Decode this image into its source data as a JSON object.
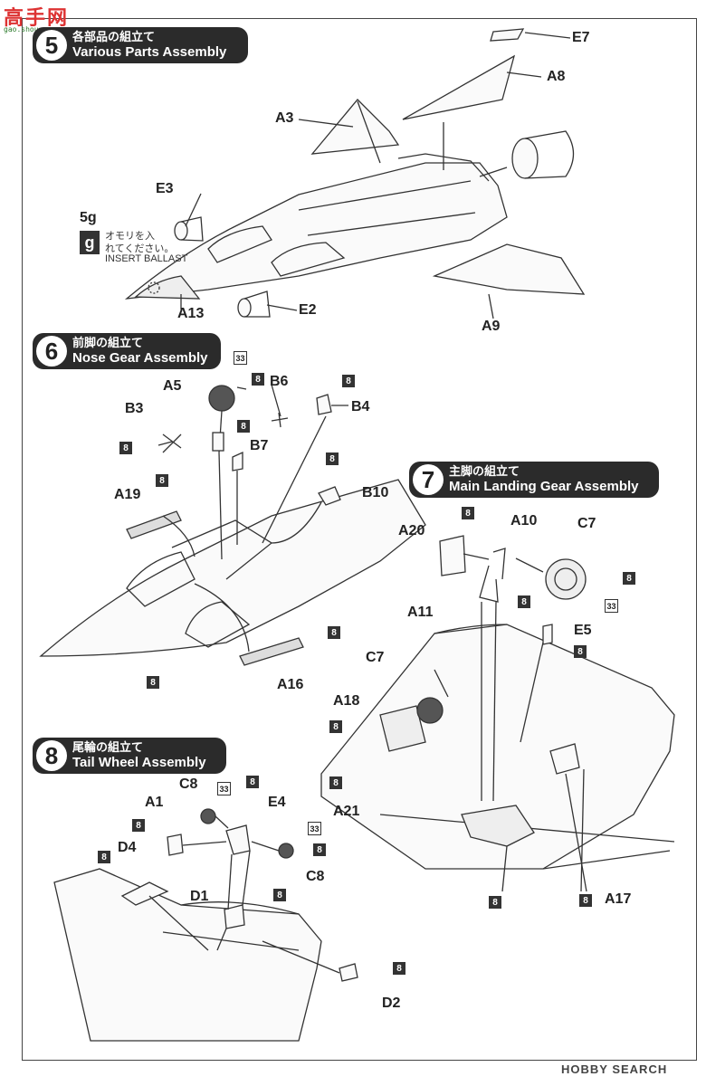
{
  "watermark": {
    "main": "高手网",
    "sub": "gao.shou.com"
  },
  "steps": [
    {
      "num": "5",
      "jp": "各部品の組立て",
      "en": "Various Parts Assembly"
    },
    {
      "num": "6",
      "jp": "前脚の組立て",
      "en": "Nose Gear Assembly"
    },
    {
      "num": "7",
      "jp": "主脚の組立て",
      "en": "Main Landing Gear Assembly"
    },
    {
      "num": "8",
      "jp": "尾輪の組立て",
      "en": "Tail Wheel Assembly"
    }
  ],
  "ballast": {
    "weight": "5g",
    "symbol": "g",
    "jp1": "オモリを入",
    "jp2": "れてください。",
    "en": "INSERT BALLAST"
  },
  "parts": {
    "E7": "E7",
    "A8": "A8",
    "A3": "A3",
    "E3": "E3",
    "A13": "A13",
    "E2": "E2",
    "A9": "A9",
    "A5": "A5",
    "B6": "B6",
    "B4": "B4",
    "B3": "B3",
    "B7": "B7",
    "B10": "B10",
    "A19": "A19",
    "A16": "A16",
    "A20": "A20",
    "A10": "A10",
    "C7a": "C7",
    "A11": "A11",
    "E5": "E5",
    "C7b": "C7",
    "A18": "A18",
    "A21": "A21",
    "A17": "A17",
    "C8a": "C8",
    "E4": "E4",
    "A1": "A1",
    "C8b": "C8",
    "D4": "D4",
    "D1": "D1",
    "D2": "D2"
  },
  "paint": {
    "p8": "8",
    "p33": "33"
  },
  "footer": {
    "brand": "HOBBY SEARCH"
  }
}
